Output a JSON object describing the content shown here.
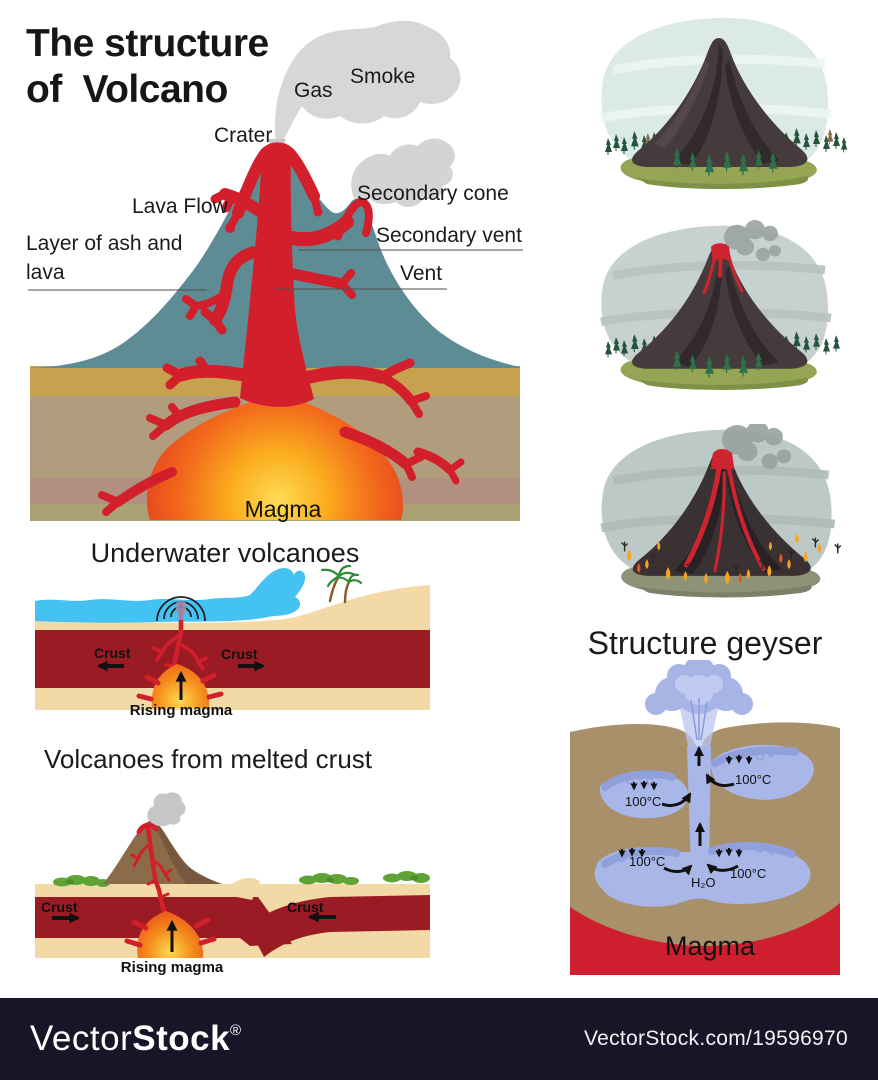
{
  "main": {
    "title_line1": "The structure",
    "title_line2": "of  Volcano",
    "labels": {
      "gas": "Gas",
      "smoke": "Smoke",
      "crater": "Crater",
      "lava_flow": "Lava Flow",
      "secondary_cone": "Secondary cone",
      "secondary_vent": "Secondary vent",
      "vent": "Vent",
      "ash_line1": "Layer of ash and",
      "ash_line2": "lava",
      "magma": "Magma"
    }
  },
  "underwater": {
    "title": "Underwater volcanoes",
    "crust_left": "Crust",
    "crust_right": "Crust",
    "rising_magma": "Rising magma"
  },
  "melted": {
    "title": "Volcanoes from melted crust",
    "crust_left": "Crust",
    "crust_right": "Crust",
    "rising_magma": "Rising magma"
  },
  "geyser": {
    "title": "Structure geyser",
    "temps": [
      "100°C",
      "100°C",
      "100°C",
      "100°C"
    ],
    "h2o": "H₂O",
    "magma": "Magma"
  },
  "footer": {
    "brand_light": "Vector",
    "brand_bold": "Stock",
    "registered": "®",
    "url": "VectorStock.com/19596970"
  },
  "colors": {
    "volcano_teal": "#5E8C95",
    "lava_red": "#D21F2B",
    "water_blue": "#44C3F2",
    "crust_dark_red": "#9B1B25",
    "sand": "#F2D9A6",
    "geyser_ground": "#A8906B",
    "geyser_water": "#A9B6E8",
    "magma_red": "#CE1F2E",
    "footer_bg": "#161628"
  }
}
